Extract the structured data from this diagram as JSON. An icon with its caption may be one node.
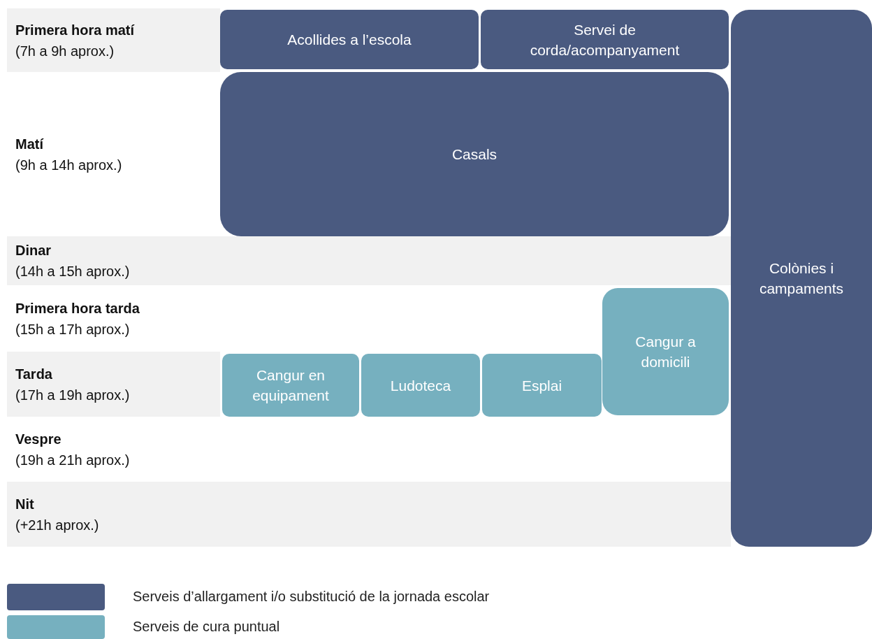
{
  "diagram": {
    "nodes": [
      {
        "text": [
          "Primera hora matí",
          "(7h a 9h aprox.)"
        ]
      },
      {
        "text": [
          "Acollides a l’escola"
        ]
      },
      {
        "text": [
          "Servei de corda/acompanyament"
        ]
      },
      {
        "text": [
          "Colònies i campaments"
        ]
      },
      {
        "text": [
          "Matí",
          "(9h a 14h aprox.)"
        ]
      },
      {
        "text": [
          "Casals"
        ]
      },
      {
        "text": [
          "Dinar",
          "(14h a 15h aprox.)"
        ]
      },
      {
        "text": [
          "Primera hora tarda",
          "(15h a 17h aprox.)"
        ]
      },
      {
        "text": [
          "Cangur a domicili"
        ]
      },
      {
        "text": [
          "Tarda",
          "(17h a 19h aprox.)"
        ]
      },
      {
        "text": [
          "Cangur en equipament"
        ]
      },
      {
        "text": [
          "Ludoteca"
        ]
      },
      {
        "text": [
          "Esplai"
        ]
      },
      {
        "text": [
          "Vespre",
          "(19h a 21h aprox.)"
        ]
      },
      {
        "text": [
          "Nit",
          "(+21h aprox.)"
        ]
      }
    ],
    "legend": [
      {
        "text": "Serveis d’allargament i/o substitució de la jornada escolar",
        "color": "#4a5a80"
      },
      {
        "text": "Serveis de cura puntual",
        "color": "#76b0bf"
      }
    ]
  }
}
